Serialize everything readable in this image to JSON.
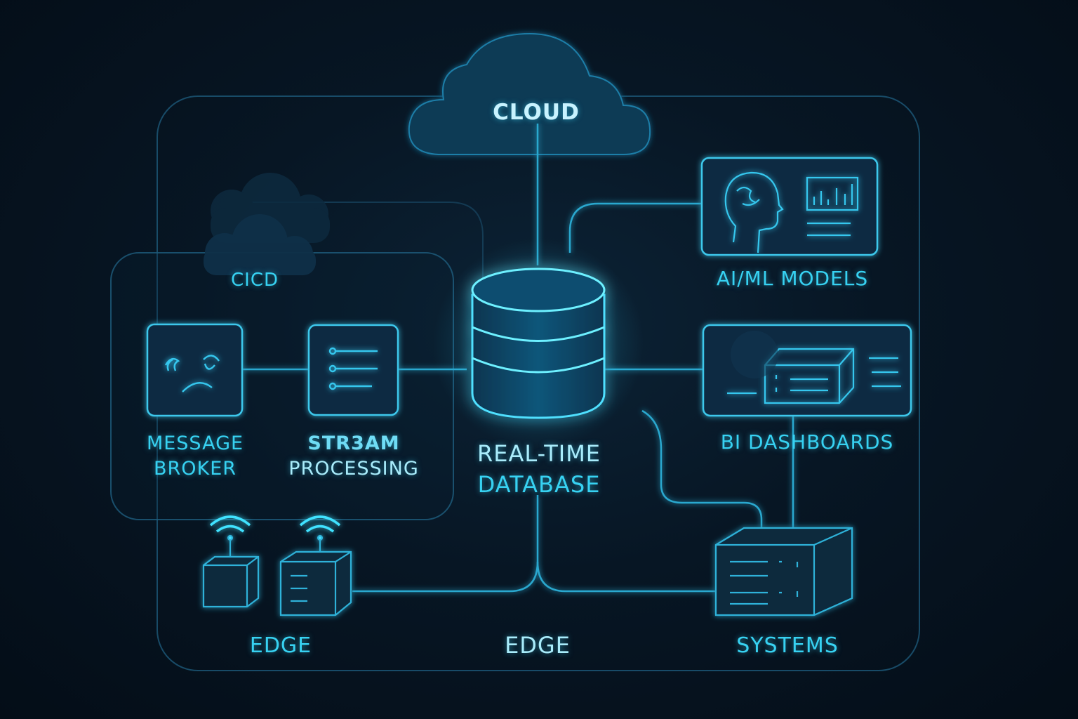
{
  "colors": {
    "background": "#061320",
    "accent": "#37d2f2",
    "line": "#2aa8cf",
    "panel": "#0d2a3f"
  },
  "labels": {
    "cloud": "CLOUD",
    "cicd": "CICD",
    "ai_ml": "AI/ML MODELS",
    "bi": "BI DASHBOARDS",
    "message_broker": [
      "MESSAGE",
      "BROKER"
    ],
    "stream_processing": [
      "STR3AM",
      "PROCESSING"
    ],
    "database": [
      "REAL-TIME",
      "DATABASE"
    ],
    "edge_left": "EDGE",
    "edge_center": "EDGE",
    "systems": "SYSTEMS"
  },
  "icons": {
    "cloud": "cloud-icon",
    "database": "database-cylinder-icon",
    "ai_ml": "head-profile-chart-icon",
    "bi": "server-box-icon",
    "message_broker": "face-icon",
    "stream_processing": "list-icon",
    "edge_devices": [
      "wifi-cube-icon",
      "wifi-server-icon"
    ],
    "systems": "server-rack-icon"
  }
}
